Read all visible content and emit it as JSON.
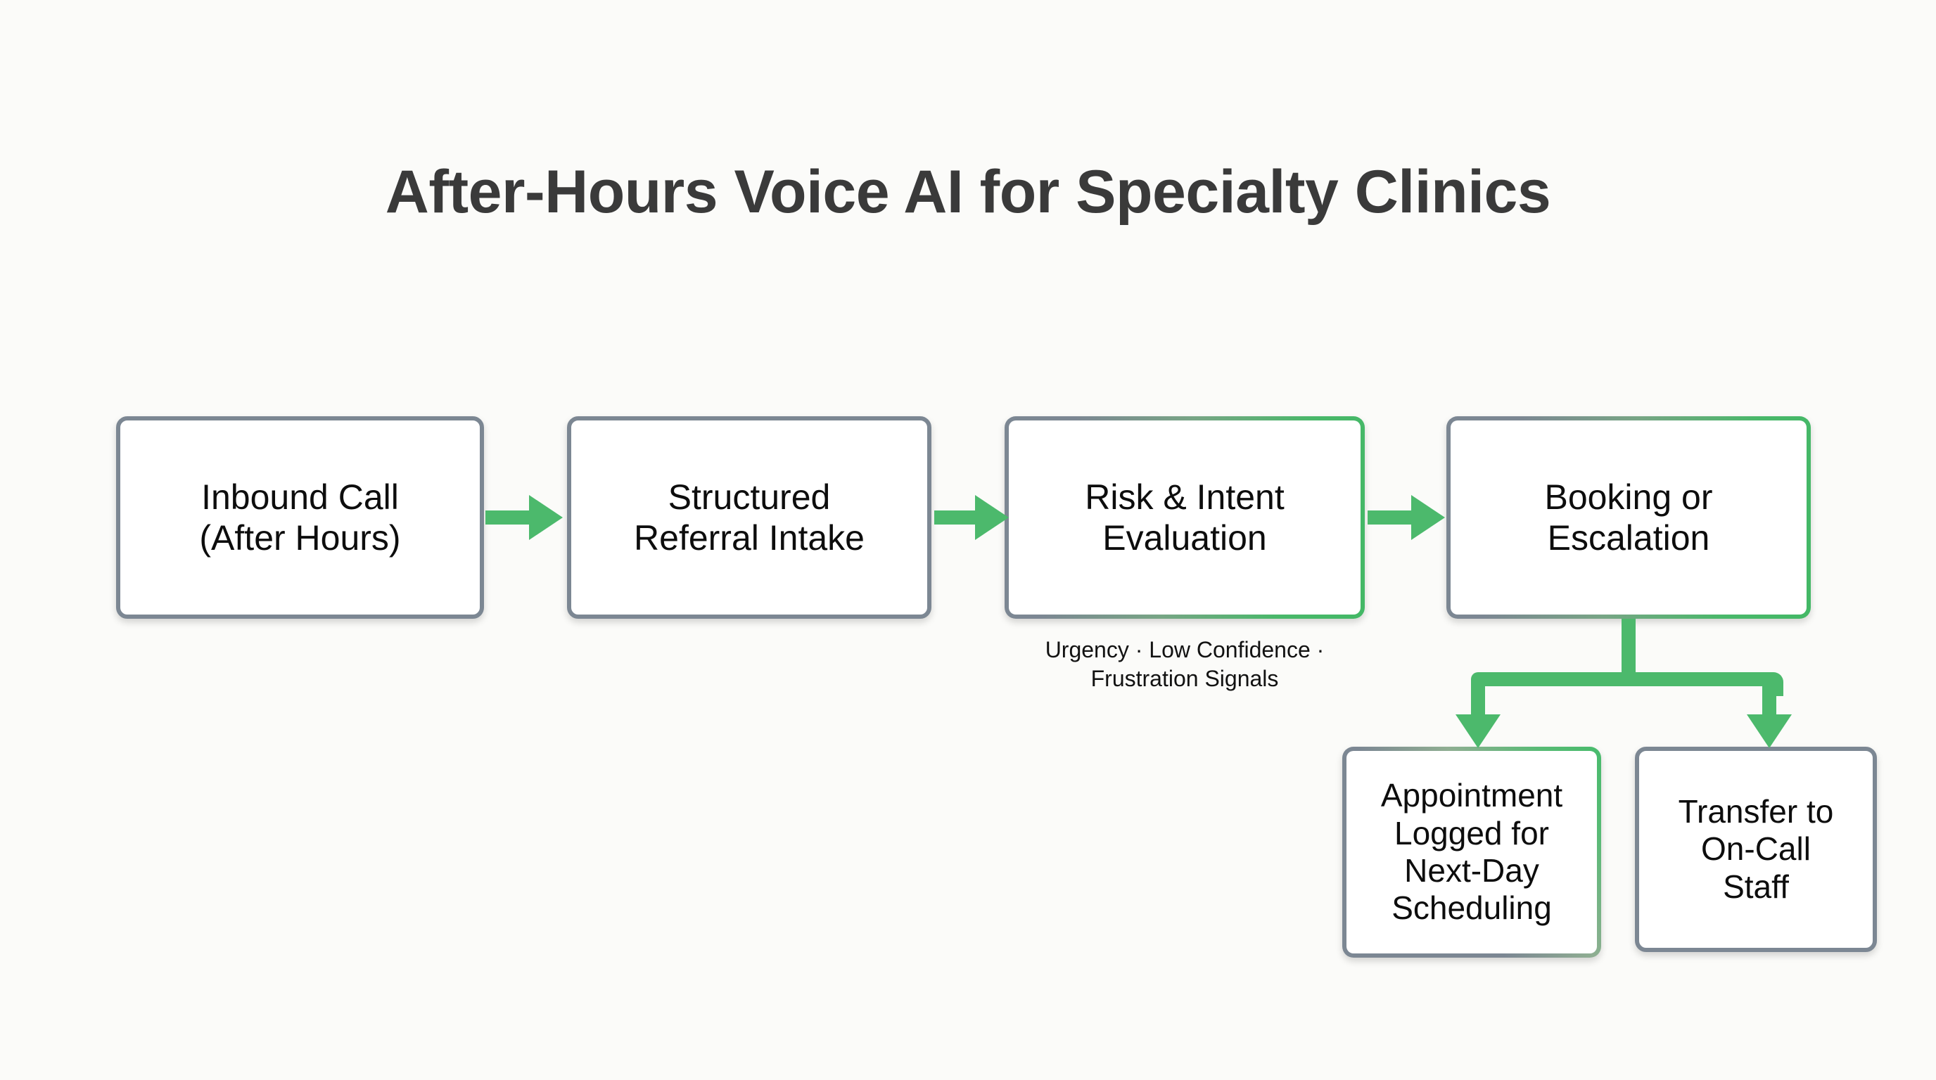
{
  "title": "After-Hours Voice AI for Specialty Clinics",
  "colors": {
    "background": "#fbfbf9",
    "title_text": "#3a3a3a",
    "node_border_gray": "#7c8793",
    "node_border_green": "#4cb96c",
    "connector_green": "#4cb96c",
    "node_fill": "#ffffff",
    "node_text": "#0d0d0d"
  },
  "nodes": {
    "inbound": {
      "line1": "Inbound Call",
      "line2": "(After Hours)"
    },
    "intake": {
      "line1": "Structured",
      "line2": "Referral Intake"
    },
    "risk": {
      "line1": "Risk & Intent",
      "line2": "Evaluation"
    },
    "booking": {
      "line1": "Booking or",
      "line2": "Escalation"
    },
    "appointment": {
      "line1": "Appointment",
      "line2": "Logged for",
      "line3": "Next-Day",
      "line4": "Scheduling"
    },
    "transfer": {
      "line1": "Transfer to",
      "line2": "On-Call",
      "line3": "Staff"
    }
  },
  "annotation": {
    "line1": "Urgency · Low Confidence ·",
    "line2": "Frustration Signals"
  },
  "flow": {
    "type": "process-flow",
    "sequence": [
      "Inbound Call (After Hours)",
      "Structured Referral Intake",
      "Risk & Intent Evaluation",
      "Booking or Escalation"
    ],
    "branches": [
      "Appointment Logged for Next-Day Scheduling",
      "Transfer to On-Call Staff"
    ],
    "branch_source": "Booking or Escalation",
    "annotated_node": "Risk & Intent Evaluation"
  }
}
